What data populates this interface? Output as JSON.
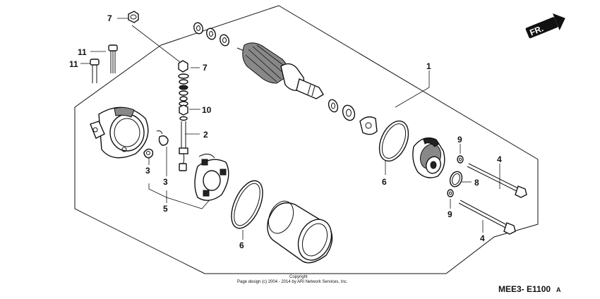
{
  "direction_badge": {
    "label": "FR."
  },
  "callouts": {
    "c1": "1",
    "c2": "2",
    "c3a": "3",
    "c3b": "3",
    "c4a": "4",
    "c4b": "4",
    "c5": "5",
    "c6a": "6",
    "c6b": "6",
    "c7a": "7",
    "c7b": "7",
    "c8": "8",
    "c9a": "9",
    "c9b": "9",
    "c10": "10",
    "c11a": "11",
    "c11b": "11"
  },
  "footer": {
    "copyright_line1": "Copyright",
    "copyright_line2": "Page design (c) 2004 - 2014 by ARI Network Services, Inc.",
    "diagram_code": "MEE3- E1100",
    "diagram_suffix": "A"
  }
}
